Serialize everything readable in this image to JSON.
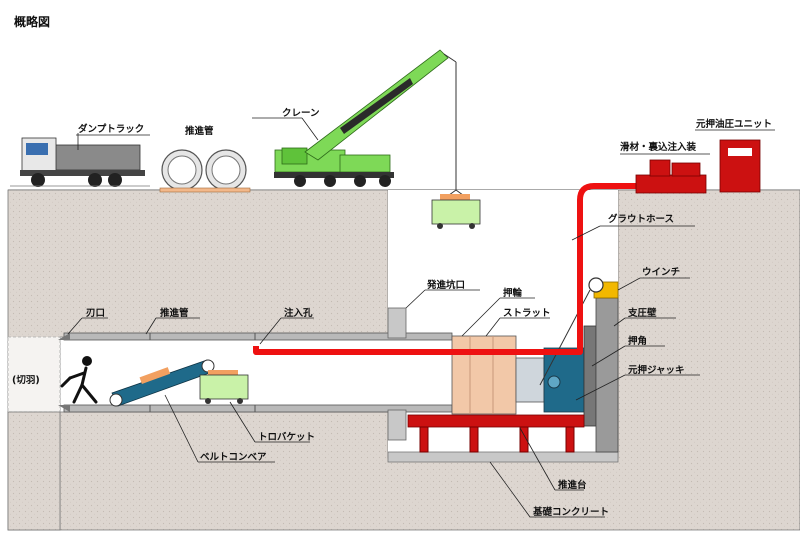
{
  "title": "概略図",
  "labels": {
    "dump_truck": "ダンプトラック",
    "pipe_surface": "推進管",
    "crane": "クレーン",
    "grout_unit": "滑材・裏込注入装",
    "hydraulic_unit": "元押油圧ユニット",
    "grout_hose": "グラウトホース",
    "winch": "ウインチ",
    "launch_opening": "発進坑口",
    "ring": "押輪",
    "strut": "ストラット",
    "reaction_wall": "支圧壁",
    "push_angle": "押角",
    "main_jack": "元押ジャッキ",
    "cutter_edge": "刃口",
    "pipe_tunnel": "推進管",
    "injection_hole": "注入孔",
    "face": "(切羽)",
    "trolley": "トロバケット",
    "belt_conveyor": "ベルトコンベア",
    "jacking_bed": "推進台",
    "foundation": "基礎コンクリート"
  },
  "colors": {
    "soil": "#ddd6d0",
    "pipe": "#b9b9b9",
    "grout": "#ee1111",
    "crane": "#7ed957",
    "jack": "#1f6a8a",
    "ring": "#f2c8a8",
    "bed": "#cc1111",
    "winch": "#f2b800",
    "trolley": "#c9f2a8",
    "wall": "#9a9a9a",
    "conveyor": "#1f6a8a"
  }
}
